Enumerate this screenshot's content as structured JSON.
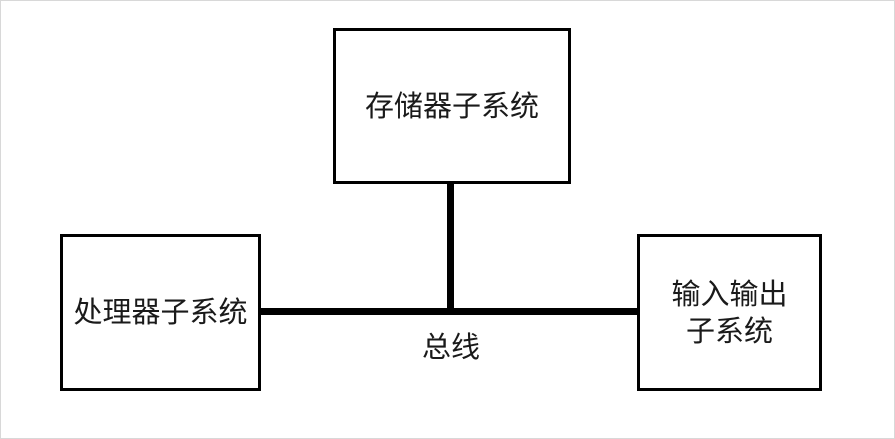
{
  "diagram": {
    "nodes": {
      "storage": {
        "label": "存储器子系统"
      },
      "processor": {
        "label": "处理器子系统"
      },
      "io": {
        "label_line1": "输入输出",
        "label_line2": "子系统"
      }
    },
    "bus": {
      "label": "总线"
    },
    "colors": {
      "line": "#000000",
      "background": "#ffffff"
    }
  }
}
